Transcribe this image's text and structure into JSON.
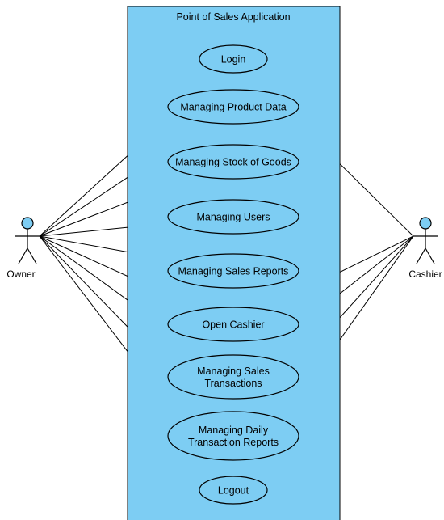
{
  "system": {
    "title": "Point of Sales Application"
  },
  "actors": {
    "owner": {
      "label": "Owner"
    },
    "cashier": {
      "label": "Cashier"
    }
  },
  "use_cases": [
    {
      "id": "login",
      "lines": [
        "Login"
      ]
    },
    {
      "id": "managing-product-data",
      "lines": [
        "Managing Product Data"
      ]
    },
    {
      "id": "managing-stock-of-goods",
      "lines": [
        "Managing Stock of Goods"
      ]
    },
    {
      "id": "managing-users",
      "lines": [
        "Managing Users"
      ]
    },
    {
      "id": "managing-sales-reports",
      "lines": [
        "Managing Sales Reports"
      ]
    },
    {
      "id": "open-cashier",
      "lines": [
        "Open Cashier"
      ]
    },
    {
      "id": "managing-sales-transactions",
      "lines": [
        "Managing Sales",
        "Transactions"
      ]
    },
    {
      "id": "managing-daily-transaction-reports",
      "lines": [
        "Managing Daily",
        "Transaction Reports"
      ]
    },
    {
      "id": "logout",
      "lines": [
        "Logout"
      ]
    }
  ],
  "associations": {
    "owner": [
      "login",
      "managing-product-data",
      "managing-stock-of-goods",
      "managing-users",
      "managing-sales-reports",
      "open-cashier",
      "managing-sales-transactions",
      "managing-daily-transaction-reports",
      "logout"
    ],
    "cashier": [
      "login",
      "open-cashier",
      "managing-sales-transactions",
      "managing-daily-transaction-reports",
      "logout"
    ]
  },
  "colors": {
    "fill": "#7dcdf3",
    "stroke": "#000000"
  }
}
